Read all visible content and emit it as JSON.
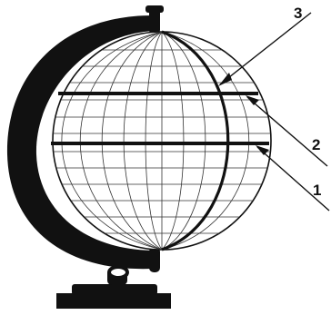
{
  "diagram": {
    "callouts": [
      {
        "id": "1",
        "label": "1",
        "target": "thick-parallel-lower"
      },
      {
        "id": "2",
        "label": "2",
        "target": "thick-parallel-upper"
      },
      {
        "id": "3",
        "label": "3",
        "target": "thick-meridian"
      }
    ]
  },
  "colors": {
    "ink": "#111111",
    "fill": "#ffffff",
    "grid": "#333333"
  }
}
